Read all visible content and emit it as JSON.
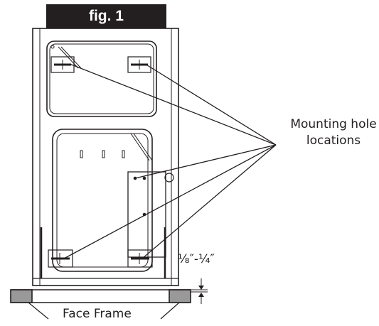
{
  "figure": {
    "label": "fig. 1"
  },
  "callouts": {
    "mounting_line1": "Mounting hole",
    "mounting_line2": "locations",
    "gap_dimension": "⅛″-¼″",
    "face_frame": "Face Frame"
  },
  "colors": {
    "line": "#231f20",
    "frame_fill": "#999999",
    "label_bg": "#231f20",
    "label_text": "#ffffff"
  }
}
